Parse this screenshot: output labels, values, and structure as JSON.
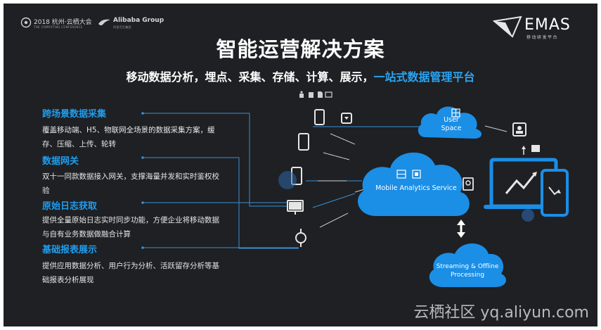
{
  "header": {
    "event_title": "2018 杭州·云栖大会",
    "event_subtitle": "THE COMPUTING CONFERENCE",
    "group_name": "Alibaba Group",
    "group_subname": "阿里巴巴集团",
    "brand_name": "EMAS",
    "brand_subname": "移动研发平台"
  },
  "title": "智能运营解决方案",
  "subtitle": {
    "prefix": "移动数据分析，埋点、采集、存储、计算、展示，",
    "highlight": "一站式数据管理平台"
  },
  "features": [
    {
      "title": "跨场景数据采集",
      "desc": "覆盖移动端、H5、物联网全场景的数据采集方案，缓存、压缩、上传、轮转"
    },
    {
      "title": "数据网关",
      "desc": "双十一同款数据接入网关，支撑海量并发和实时鉴权校验"
    },
    {
      "title": "原始日志获取",
      "desc": "提供全量原始日志实时同步功能，方便企业将移动数据与自有业务数据做融合计算"
    },
    {
      "title": "基础报表展示",
      "desc": "提供应用数据分析、用户行为分析、活跃留存分析等基础报表分析展现"
    }
  ],
  "clouds": {
    "user_space": {
      "line1": "User",
      "line2": "Space"
    },
    "main": "Mobile Analytics Service",
    "processing": {
      "line1": "Streaming & Offline",
      "line2": "Processing"
    }
  },
  "watermark": "云栖社区 yq.aliyun.com",
  "colors": {
    "background": "#1e2023",
    "accent": "#1e9df0",
    "cloud": "#1b8ee6"
  }
}
